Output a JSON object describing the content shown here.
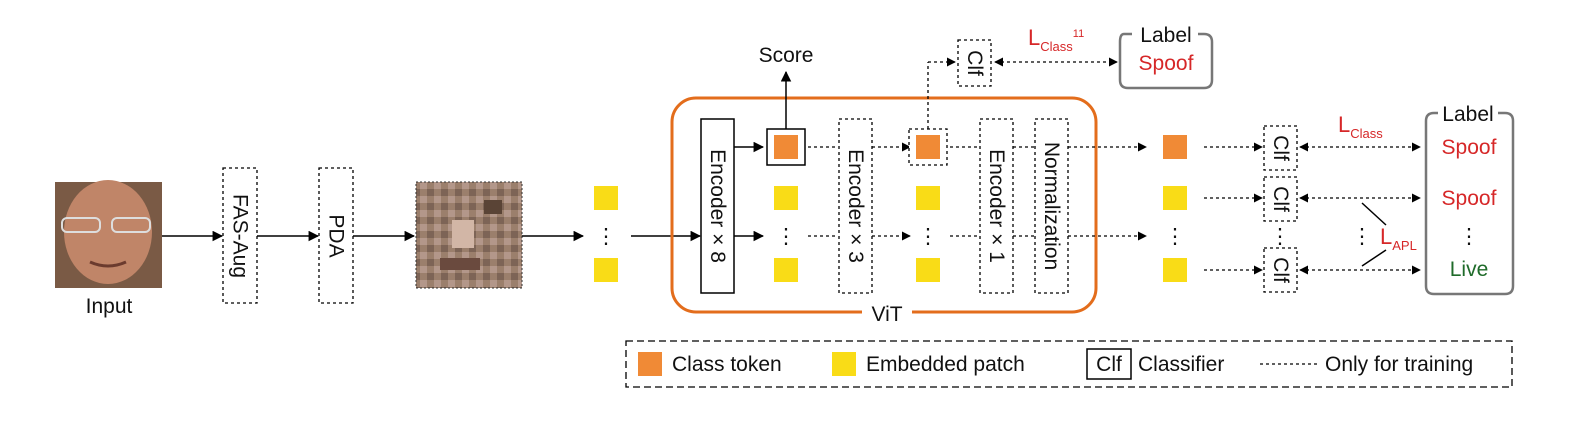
{
  "input_label": "Input",
  "fas_aug": "FAS-Aug",
  "pda": "PDA",
  "encoder_8": "Encoder × 8",
  "encoder_3": "Encoder × 3",
  "encoder_1": "Encoder × 1",
  "normalization": "Normalization",
  "vit": "ViT",
  "score": "Score",
  "clf": "Clf",
  "ellipsis": "⋮",
  "label_title": "Label",
  "top_loss": {
    "main": "L",
    "sub": "Class",
    "sup": "11"
  },
  "top_label_value": "Spoof",
  "class_loss": {
    "main": "L",
    "sub": "Class"
  },
  "apl_loss": {
    "main": "L",
    "sub": "APL"
  },
  "right_label_values": [
    "Spoof",
    "Spoof",
    "⋮",
    "Live"
  ],
  "legend": {
    "class_token": "Class token",
    "embedded_patch": "Embedded patch",
    "clf_box": "Clf",
    "classifier": "Classifier",
    "training": "Only for training"
  },
  "colors": {
    "class_token": "#f08a36",
    "embedded_patch": "#f9dc17",
    "vit_border": "#e36d1c",
    "loss": "#d62728",
    "live": "#1f6b2a"
  }
}
